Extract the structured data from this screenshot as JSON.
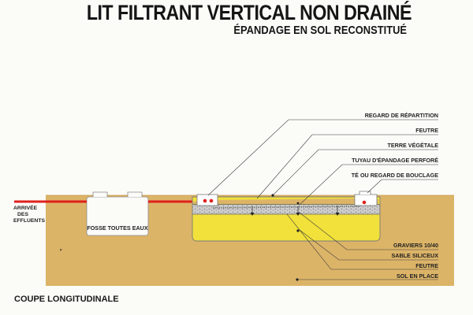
{
  "title": "LIT FILTRANT VERTICAL NON DRAINÉ",
  "subtitle": "ÉPANDAGE EN SOL RECONSTITUÉ",
  "caption": "COUPE LONGITUDINALE",
  "inlet_label": [
    "ARRIVÉE",
    "DES",
    "EFFLUENTS"
  ],
  "tank_label": "FOSSE TOUTES EAUX",
  "labels_top": [
    "REGARD DE RÉPARTITION",
    "FEUTRE",
    "TERRE VÉGÉTALE",
    "TUYAU D'ÉPANDAGE PERFORÉ",
    "TÉ OU REGARD DE BOUCLAGE"
  ],
  "labels_bottom": [
    "GRAVIERS 10/40",
    "SABLE SILICEUX",
    "FEUTRE",
    "SOL EN PLACE"
  ],
  "colors": {
    "soil": "#dcb468",
    "sand": "#f1e13a",
    "gravel": "#c4c4c4",
    "pipe": "#e0201e",
    "topsoil_line": "#8a6b2c"
  }
}
